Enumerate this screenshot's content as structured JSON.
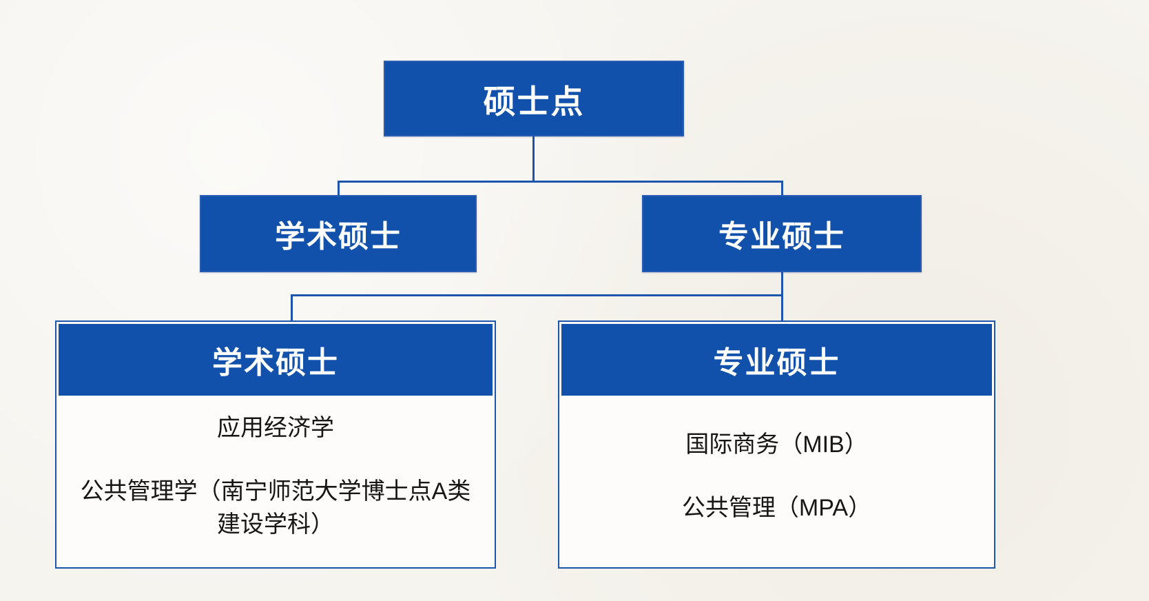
{
  "diagram": {
    "title_context": "graduate-program-structure",
    "root": {
      "label": "硕士点"
    },
    "level2": [
      {
        "id": "academic-masters",
        "label": "学术硕士"
      },
      {
        "id": "professional-masters",
        "label": "专业硕士"
      }
    ],
    "detail_cards": [
      {
        "header": "学术硕士",
        "items": [
          "应用经济学",
          "公共管理学（南宁师范大学博士点A类建设学科）"
        ]
      },
      {
        "header": "专业硕士",
        "items": [
          "国际商务（MIB）",
          "公共管理（MPA）"
        ]
      }
    ],
    "colors": {
      "node_fill": "#1251ab",
      "node_text": "#ffffff",
      "connector": "#1d55ad",
      "card_background": "#fdfcfa",
      "body_text": "#161616",
      "page_background": "#f6f4ef"
    }
  }
}
